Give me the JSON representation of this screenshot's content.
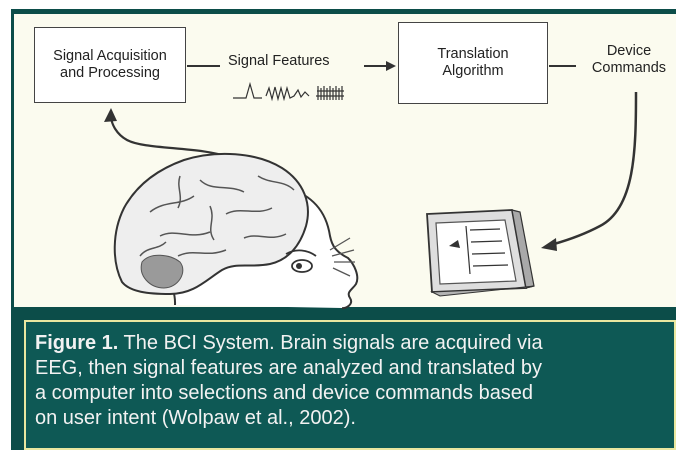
{
  "diagram": {
    "acquisition_label": "Signal Acquisition\nand Processing",
    "features_label": "Signal Features",
    "translation_label": "Translation\nAlgorithm",
    "device_label": "Device\nCommands"
  },
  "caption": {
    "lead": "Figure 1.",
    "text": " The BCI System. Brain signals are acquired via\nEEG, then signal features are analyzed and translated by\na computer into selections and device commands based\non user intent (Wolpaw  et al., 2002)."
  },
  "colors": {
    "background_frame": "#0c4d49",
    "caption_fill": "#0e5955",
    "caption_border": "#e9e7a0",
    "diagram_fill": "#fbfbef"
  }
}
